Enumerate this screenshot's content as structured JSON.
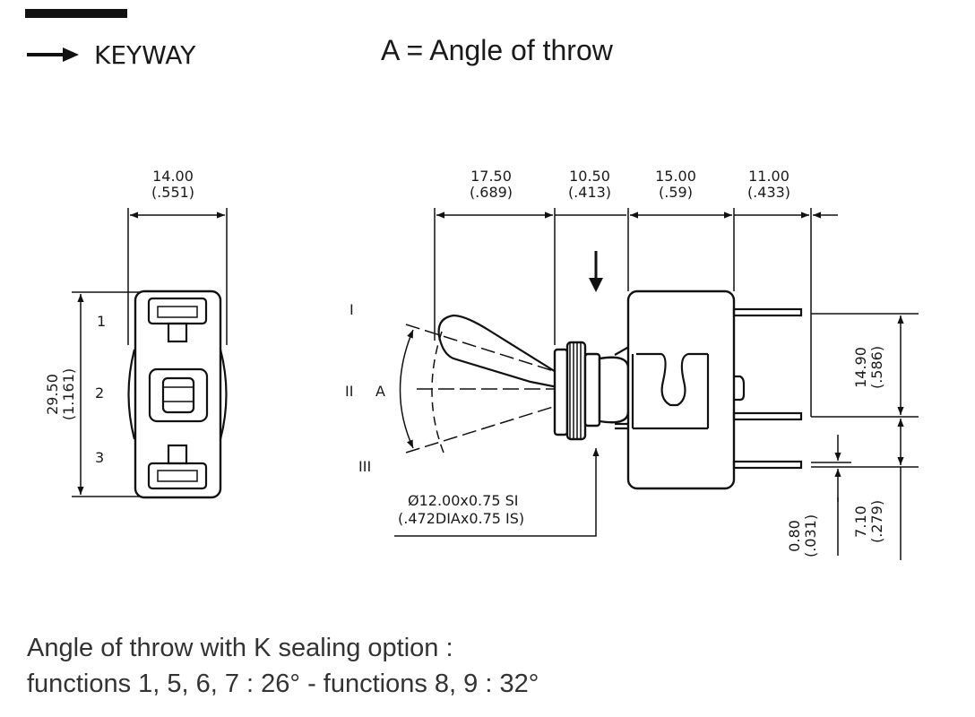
{
  "legend": {
    "keyway_label": "KEYWAY",
    "angle_definition": "A = Angle of throw"
  },
  "front_view": {
    "width_mm": "14.00",
    "width_in": "(.551)",
    "height_mm": "29.50",
    "height_in": "(1.161)",
    "terminal_1": "1",
    "terminal_2": "2",
    "terminal_3": "3"
  },
  "side_view": {
    "dim_1_mm": "17.50",
    "dim_1_in": "(.689)",
    "dim_2_mm": "10.50",
    "dim_2_in": "(.413)",
    "dim_3_mm": "15.00",
    "dim_3_in": "(.59)",
    "dim_4_mm": "11.00",
    "dim_4_in": "(.433)",
    "pin_spacing_mm": "14.90",
    "pin_spacing_in": "(.586)",
    "pin_thickness_mm": "0.80",
    "pin_thickness_in": "(.031)",
    "pin_offset_mm": "7.10",
    "pin_offset_in": "(.279)",
    "thread_mm": "Ø12.00x0.75 SI",
    "thread_in": "(.472DIAx0.75 IS)",
    "position_1": "I",
    "position_2": "II",
    "position_3": "III",
    "angle_label": "A"
  },
  "notes": {
    "line_1": "Angle of throw with K sealing option :",
    "line_2": "functions 1, 5, 6, 7 : 26° - functions 8, 9 : 32°"
  }
}
